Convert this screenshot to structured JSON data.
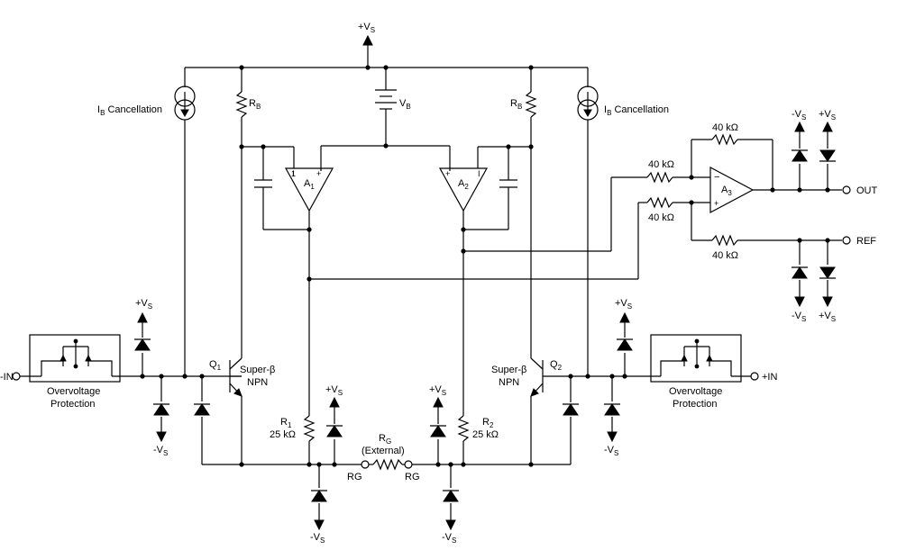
{
  "diagram": {
    "vs_plus": "+V",
    "vs_minus": "-V",
    "sub_s": "S",
    "sub_b": "B",
    "sub_g": "G",
    "ib_cancellation": "Cancellation",
    "i_letter": "I",
    "r_letter": "R",
    "v_letter": "V",
    "a1": "A",
    "a2": "A",
    "a3": "A",
    "sub_1": "1",
    "sub_2": "2",
    "sub_3": "3",
    "q1": "Q",
    "q2": "Q",
    "super_beta": "Super-β",
    "npn": "NPN",
    "r1_value": "25 kΩ",
    "r2_value": "25 kΩ",
    "rg_external": "(External)",
    "rg_pin": "RG",
    "overvoltage_line1": "Overvoltage",
    "overvoltage_line2": "Protection",
    "in_minus": "-IN",
    "in_plus": "+IN",
    "r40k": "40 kΩ",
    "out": "OUT",
    "ref": "REF",
    "opamp_minus": "−",
    "opamp_plus": "+"
  }
}
